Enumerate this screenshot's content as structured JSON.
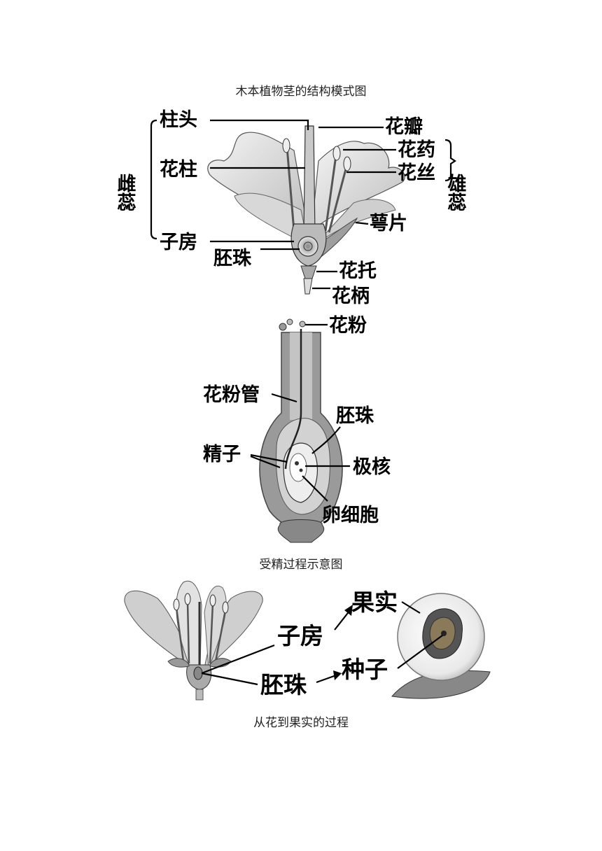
{
  "captions": {
    "flower_structure": "木本植物茎的结构模式图",
    "fertilization": "受精过程示意图",
    "flower_to_fruit": "从花到果实的过程"
  },
  "flower_labels": {
    "stigma": "柱头",
    "style": "花柱",
    "ovary": "子房",
    "ovule": "胚珠",
    "pistil": "雌蕊",
    "petal": "花瓣",
    "anther": "花药",
    "filament": "花丝",
    "stamen": "雄蕊",
    "sepal": "萼片",
    "receptacle": "花托",
    "pedicel": "花柄"
  },
  "fertilization_labels": {
    "pollen": "花粉",
    "pollen_tube": "花粉管",
    "ovule": "胚珠",
    "sperm": "精子",
    "polar_nuclei": "极核",
    "egg_cell": "卵细胞"
  },
  "fruit_labels": {
    "ovary": "子房",
    "ovule": "胚珠",
    "fruit": "果实",
    "seed": "种子"
  }
}
